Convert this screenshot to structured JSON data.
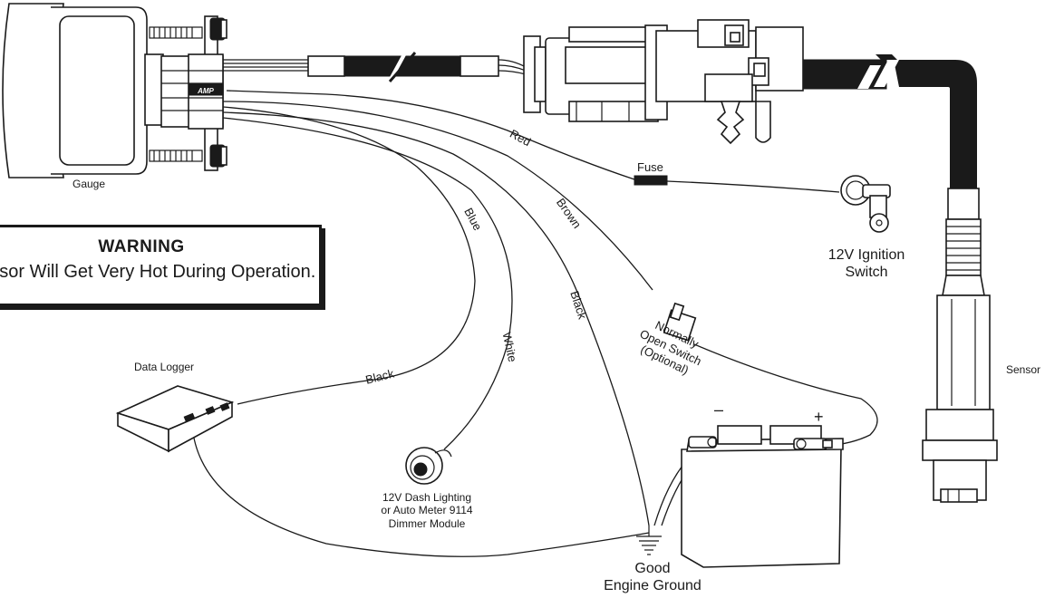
{
  "labels": {
    "gauge": "Gauge",
    "fuse": "Fuse",
    "ignition_line1": "12V Ignition",
    "ignition_line2": "Switch",
    "sensor": "Sensor",
    "data_logger": "Data Logger",
    "dash_line1": "12V Dash Lighting",
    "dash_line2": "or Auto Meter 9114",
    "dash_line3": "Dimmer Module",
    "ground_line1": "Good",
    "ground_line2": "Engine Ground",
    "switch_line1": "Normally",
    "switch_line2": "Open Switch",
    "switch_line3": "(Optional)",
    "battery_minus": "–",
    "battery_plus": "+",
    "amp": "AMP"
  },
  "wires": {
    "red": "Red",
    "brown": "Brown",
    "blue": "Blue",
    "black_ground": "Black",
    "white": "White",
    "black_logger": "Black"
  },
  "warning": {
    "title": "WARNING",
    "body": "Sensor Will Get Very Hot During Operation."
  }
}
